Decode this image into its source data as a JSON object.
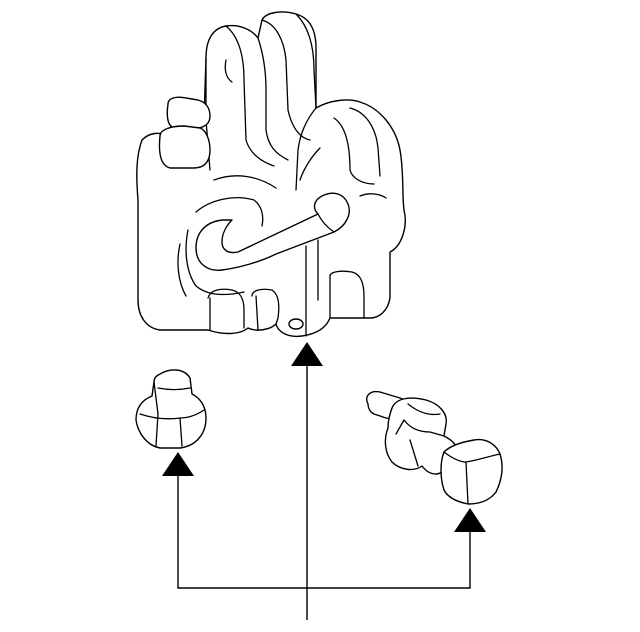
{
  "diagram": {
    "parts": [
      {
        "id": "main-bracket",
        "icon": "bracket-part-icon"
      },
      {
        "id": "left-fastener",
        "icon": "nut-part-icon"
      },
      {
        "id": "right-fastener",
        "icon": "bolt-part-icon"
      }
    ],
    "colors": {
      "line": "#000000",
      "background": "#ffffff"
    }
  }
}
